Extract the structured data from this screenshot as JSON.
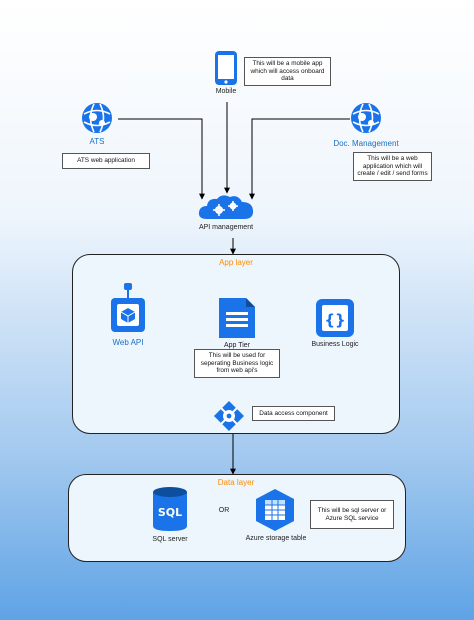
{
  "nodes": {
    "mobile": {
      "label": "Mobile",
      "note": "This will be a mobile app which will access onboard data"
    },
    "ats": {
      "label": "ATS",
      "note": "ATS web application"
    },
    "doc_management": {
      "label": "Doc. Management",
      "note": "This will be a web application which will create / edit / send forms"
    },
    "api_management": {
      "label": "API management"
    },
    "web_api": {
      "label": "Web API"
    },
    "app_tier": {
      "label": "App Tier",
      "note": "This will be used for seperating Business logic from web api's"
    },
    "business_logic": {
      "label": "Business Logic"
    },
    "data_access": {
      "label": "Data access component"
    },
    "sql_server": {
      "label": "SQL server",
      "icon_text": "SQL"
    },
    "or_text": "OR",
    "azure_storage": {
      "label": "Azure storage table",
      "note": "This will be sql server or Azure SQL service"
    }
  },
  "layers": {
    "app_layer": {
      "title": "App layer"
    },
    "data_layer": {
      "title": "Data layer"
    }
  },
  "colors": {
    "accent_blue": "#1a73e8",
    "layer_title": "#ff8c00",
    "container_fill": "#edf5fd"
  }
}
